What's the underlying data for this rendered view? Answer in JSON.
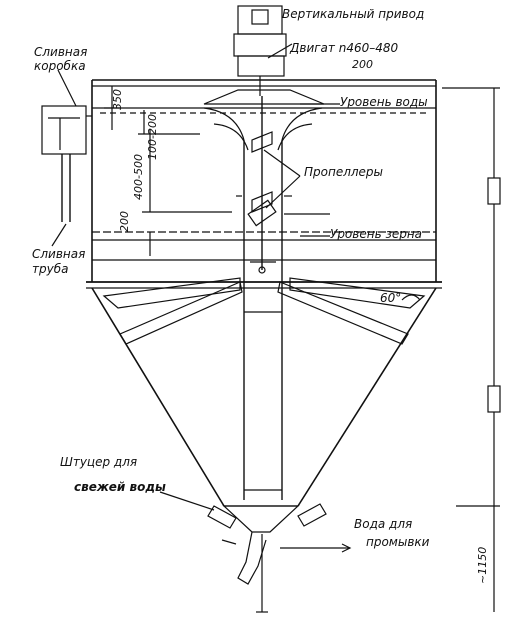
{
  "labels": {
    "drive_line1": "Вертикальный привод",
    "drive_line2": "Двигат  n460–480",
    "dim_200_top": "200",
    "overflow_box_1": "Сливная",
    "overflow_box_2": "коробка",
    "overflow_pipe_1": "Сливная",
    "overflow_pipe_2": "труба",
    "water_level": "Уровень воды",
    "propellers": "Пропеллеры",
    "grain_level": "Уровень зерна",
    "angle": "60°",
    "fitting_1": "Штуцер для",
    "fitting_2": "свежей воды",
    "flush_1": "Вода для",
    "flush_2": "промывки",
    "dim_350": "350",
    "dim_100_200": "100-200",
    "dim_400_500": "400-500",
    "dim_200": "200",
    "dim_1150": "~1150"
  },
  "colors": {
    "ink": "#111111",
    "paper": "#ffffff"
  }
}
